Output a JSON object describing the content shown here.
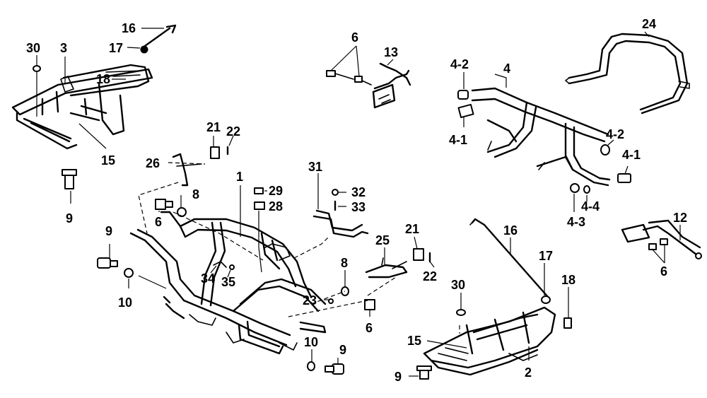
{
  "callouts": {
    "c16a": "16",
    "c17a": "17",
    "c30a": "30",
    "c3": "3",
    "c18a": "18",
    "c15a": "15",
    "c9a": "9",
    "c6a": "6",
    "c13": "13",
    "c42a": "4-2",
    "c4": "4",
    "c41a": "4-1",
    "c42b": "4-2",
    "c41b": "4-1",
    "c24": "24",
    "c44": "4-4",
    "c43": "4-3",
    "c21a": "21",
    "c22a": "22",
    "c26": "26",
    "c1": "1",
    "c29": "29",
    "c28": "28",
    "c8a": "8",
    "c6b": "6",
    "c31": "31",
    "c32": "32",
    "c33": "33",
    "c9b": "9",
    "c10a": "10",
    "c34": "34",
    "c35": "35",
    "c25": "25",
    "c21b": "21",
    "c22b": "22",
    "c8b": "8",
    "c23": "23",
    "c6c": "6",
    "c16b": "16",
    "c17b": "17",
    "c18b": "18",
    "c30b": "30",
    "c15b": "15",
    "c9c": "9",
    "c2": "2",
    "c10b": "10",
    "c9d": "9",
    "c12": "12",
    "c6d": "6"
  }
}
